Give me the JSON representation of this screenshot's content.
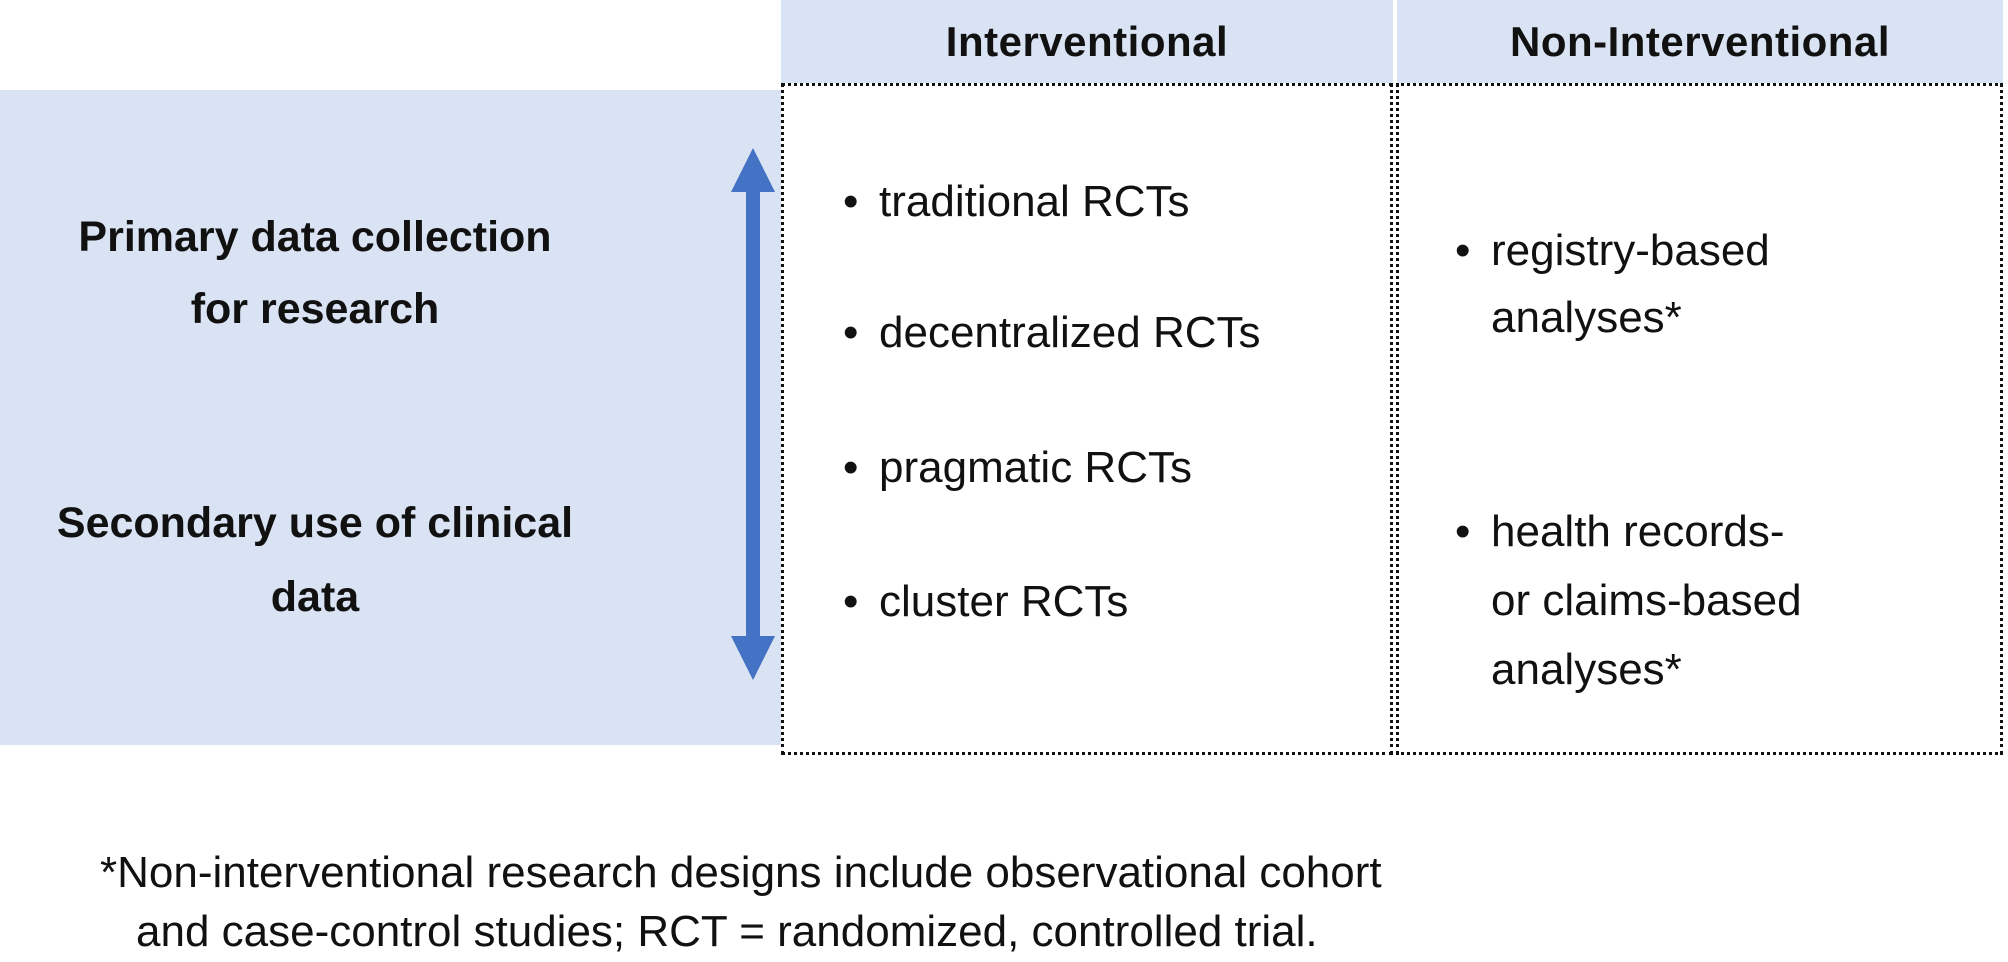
{
  "ui": {
    "bullet_glyph": "•"
  },
  "colors": {
    "header_bg": "#dae3f3",
    "panel_bg": "#dae3f3",
    "arrow_blue": "#4472c4",
    "text": "#111111",
    "dotted_border": "#111111"
  },
  "header": {
    "interventional": "Interventional",
    "non_interventional": "Non-Interventional"
  },
  "left_panel": {
    "primary": "Primary data collection\nfor research",
    "secondary": "Secondary use of clinical\ndata"
  },
  "interventional": {
    "items": [
      "traditional RCTs",
      "decentralized RCTs",
      "pragmatic RCTs",
      "cluster RCTs"
    ]
  },
  "non_interventional": {
    "items": [
      "registry-based\nanalyses*",
      "health records-\nor claims-based\nanalyses*"
    ]
  },
  "footnote": {
    "line1": "*Non-interventional research designs include observational cohort",
    "line2": "and case-control studies; RCT = randomized, controlled trial."
  }
}
